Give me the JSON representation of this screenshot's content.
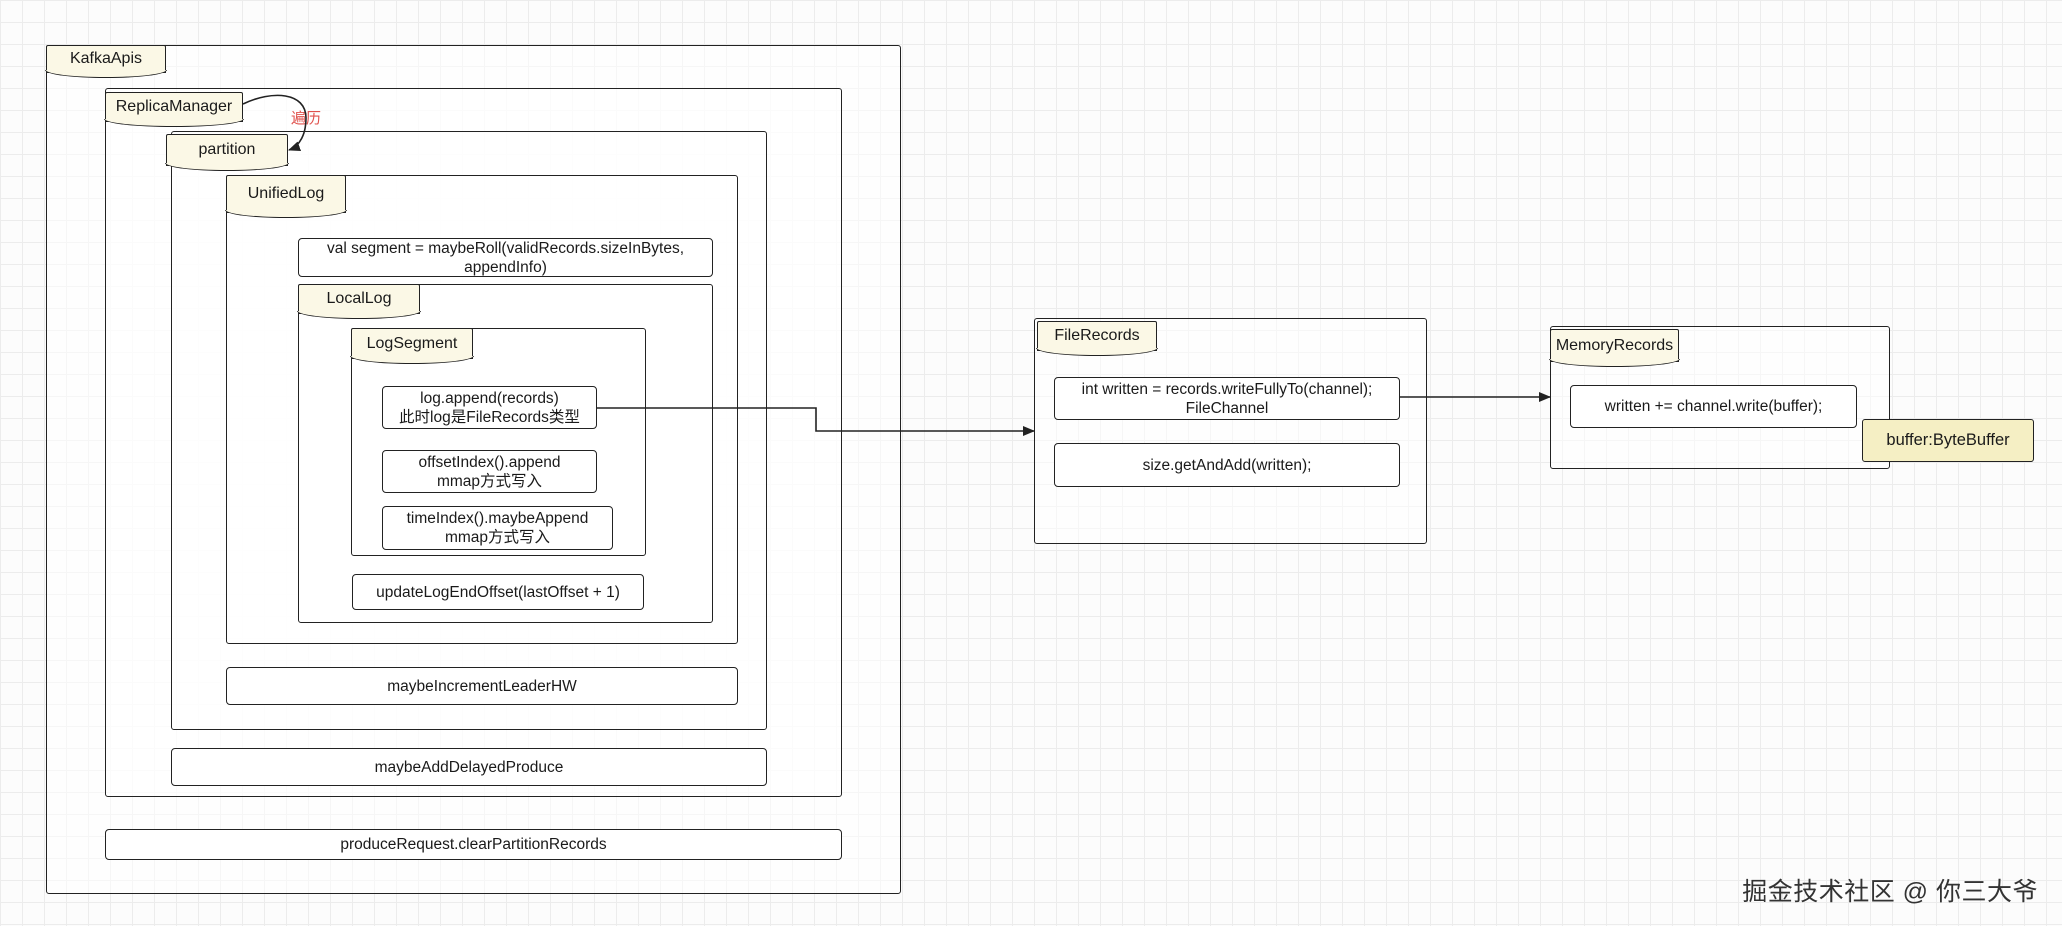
{
  "containers": {
    "kafka_apis": "KafkaApis",
    "replica_manager": "ReplicaManager",
    "partition": "partition",
    "unified_log": "UnifiedLog",
    "local_log": "LocalLog",
    "log_segment": "LogSegment",
    "file_records": "FileRecords",
    "memory_records": "MemoryRecords"
  },
  "steps": {
    "maybe_roll": "val segment = maybeRoll(validRecords.sizeInBytes,\nappendInfo)",
    "log_append": "log.append(records)\n此时log是FileRecords类型",
    "offset_index_append": "offsetIndex().append\nmmap方式写入",
    "time_index_append": "timeIndex().maybeAppend\nmmap方式写入",
    "update_log_end_offset": "updateLogEndOffset(lastOffset + 1)",
    "maybe_increment_leader_hw": "maybeIncrementLeaderHW",
    "maybe_add_delayed_produce": "maybeAddDelayedProduce",
    "clear_partition_records": "produceRequest.clearPartitionRecords",
    "write_fully_to": "int written = records.writeFullyTo(channel);\nFileChannel",
    "size_get_and_add": "size.getAndAdd(written);",
    "channel_write": "written += channel.write(buffer);"
  },
  "annotations": {
    "traverse": "遍历",
    "buffer": "buffer:ByteBuffer"
  },
  "watermark": "掘金技术社区 @ 你三大爷",
  "colors": {
    "tab_fill": "#fbf8e6",
    "buffer_fill": "#f5efc4",
    "annotation_text": "#e0524d",
    "stroke": "#222222"
  }
}
